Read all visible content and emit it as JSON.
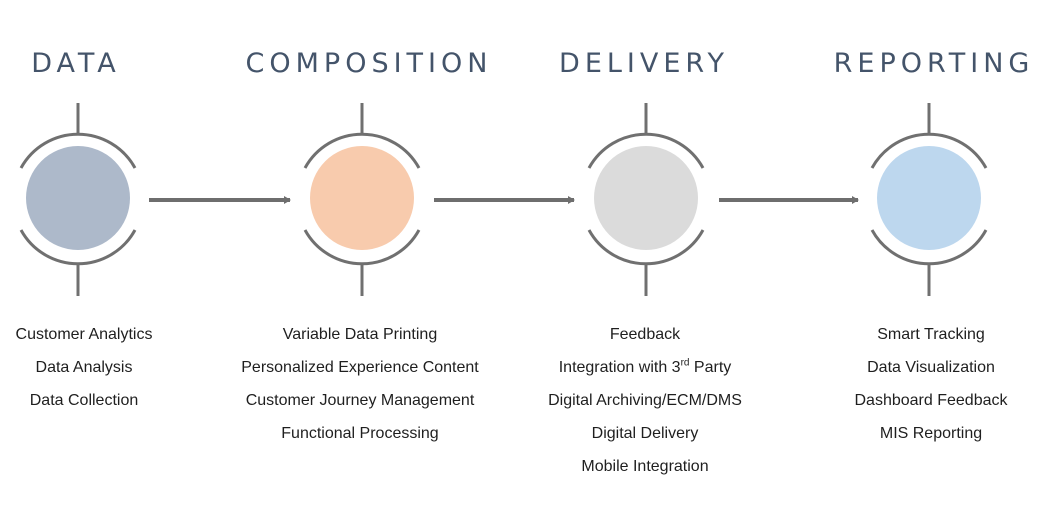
{
  "stages": [
    {
      "id": "data",
      "title": "DATA",
      "fill": "#adb9ca",
      "items": [
        {
          "text": "Customer Analytics"
        },
        {
          "text": "Data Analysis"
        },
        {
          "text": "Data Collection"
        }
      ]
    },
    {
      "id": "composition",
      "title": "COMPOSITION",
      "fill": "#f8cbad",
      "items": [
        {
          "text": "Variable Data Printing"
        },
        {
          "text": "Personalized Experience Content"
        },
        {
          "text": "Customer Journey Management"
        },
        {
          "text": "Functional Processing"
        }
      ]
    },
    {
      "id": "delivery",
      "title": "DELIVERY",
      "fill": "#dbdbdb",
      "items": [
        {
          "text": "Feedback"
        },
        {
          "text": "Integration with 3",
          "sup": "rd",
          "after": " Party"
        },
        {
          "text": "Digital Archiving/ECM/DMS"
        },
        {
          "text": "Digital Delivery"
        },
        {
          "text": "Mobile Integration"
        }
      ]
    },
    {
      "id": "reporting",
      "title": "REPORTING",
      "fill": "#bdd7ee",
      "items": [
        {
          "text": "Smart Tracking"
        },
        {
          "text": "Data Visualization"
        },
        {
          "text": "Dashboard Feedback"
        },
        {
          "text": "MIS Reporting"
        }
      ]
    }
  ],
  "colors": {
    "title_text": "#44546a",
    "ring_stroke": "#707070",
    "arrow_stroke": "#6e6e6e",
    "item_text": "#1f1f1f"
  }
}
